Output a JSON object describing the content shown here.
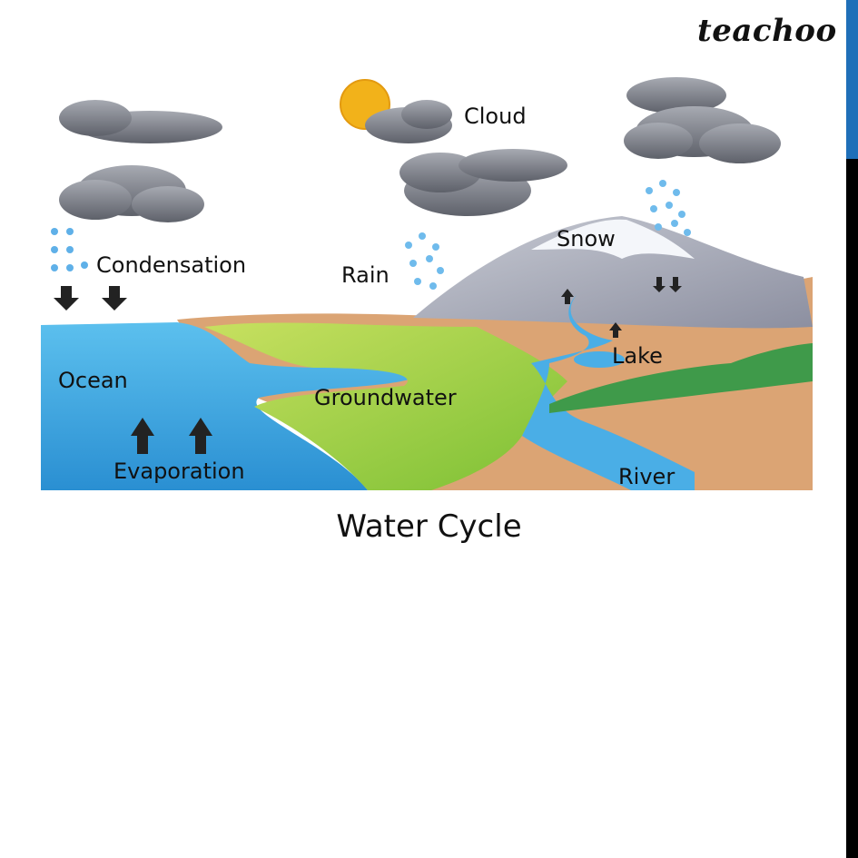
{
  "brand": "teachoo",
  "caption": "Water Cycle",
  "labels": {
    "cloud": "Cloud",
    "condensation": "Condensation",
    "rain": "Rain",
    "snow": "Snow",
    "lake": "Lake",
    "ocean": "Ocean",
    "groundwater": "Groundwater",
    "evaporation": "Evaporation",
    "river": "River"
  },
  "colors": {
    "ocean": "#3aa6e0",
    "land": "#d9a070",
    "grass": "#a8d040",
    "cloud": "#7d8088",
    "sun": "#f2b21a",
    "accent": "#1f6fb8"
  }
}
